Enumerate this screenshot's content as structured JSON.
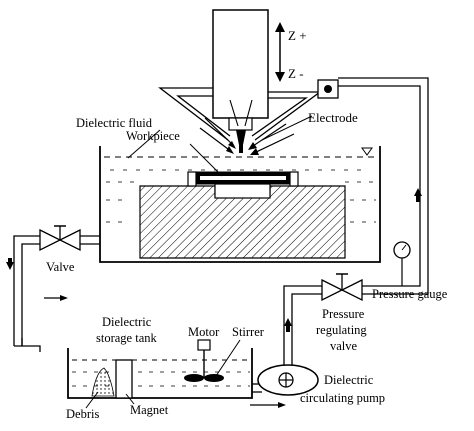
{
  "labels": {
    "z_plus": "Z +",
    "z_minus": "Z -",
    "electrode": "Electrode",
    "dielectric_fluid": "Dielectric fluid",
    "workpiece": "Workpiece",
    "valve": "Valve",
    "pressure_gauge": "Pressure gauge",
    "pressure_regulating_valve_1": "Pressure",
    "pressure_regulating_valve_2": "regulating",
    "pressure_regulating_valve_3": "valve",
    "storage_tank_1": "Dielectric",
    "storage_tank_2": "storage tank",
    "motor": "Motor",
    "stirrer": "Stirrer",
    "debris": "Debris",
    "magnet": "Magnet",
    "pump_1": "Dielectric",
    "pump_2": "circulating pump"
  }
}
